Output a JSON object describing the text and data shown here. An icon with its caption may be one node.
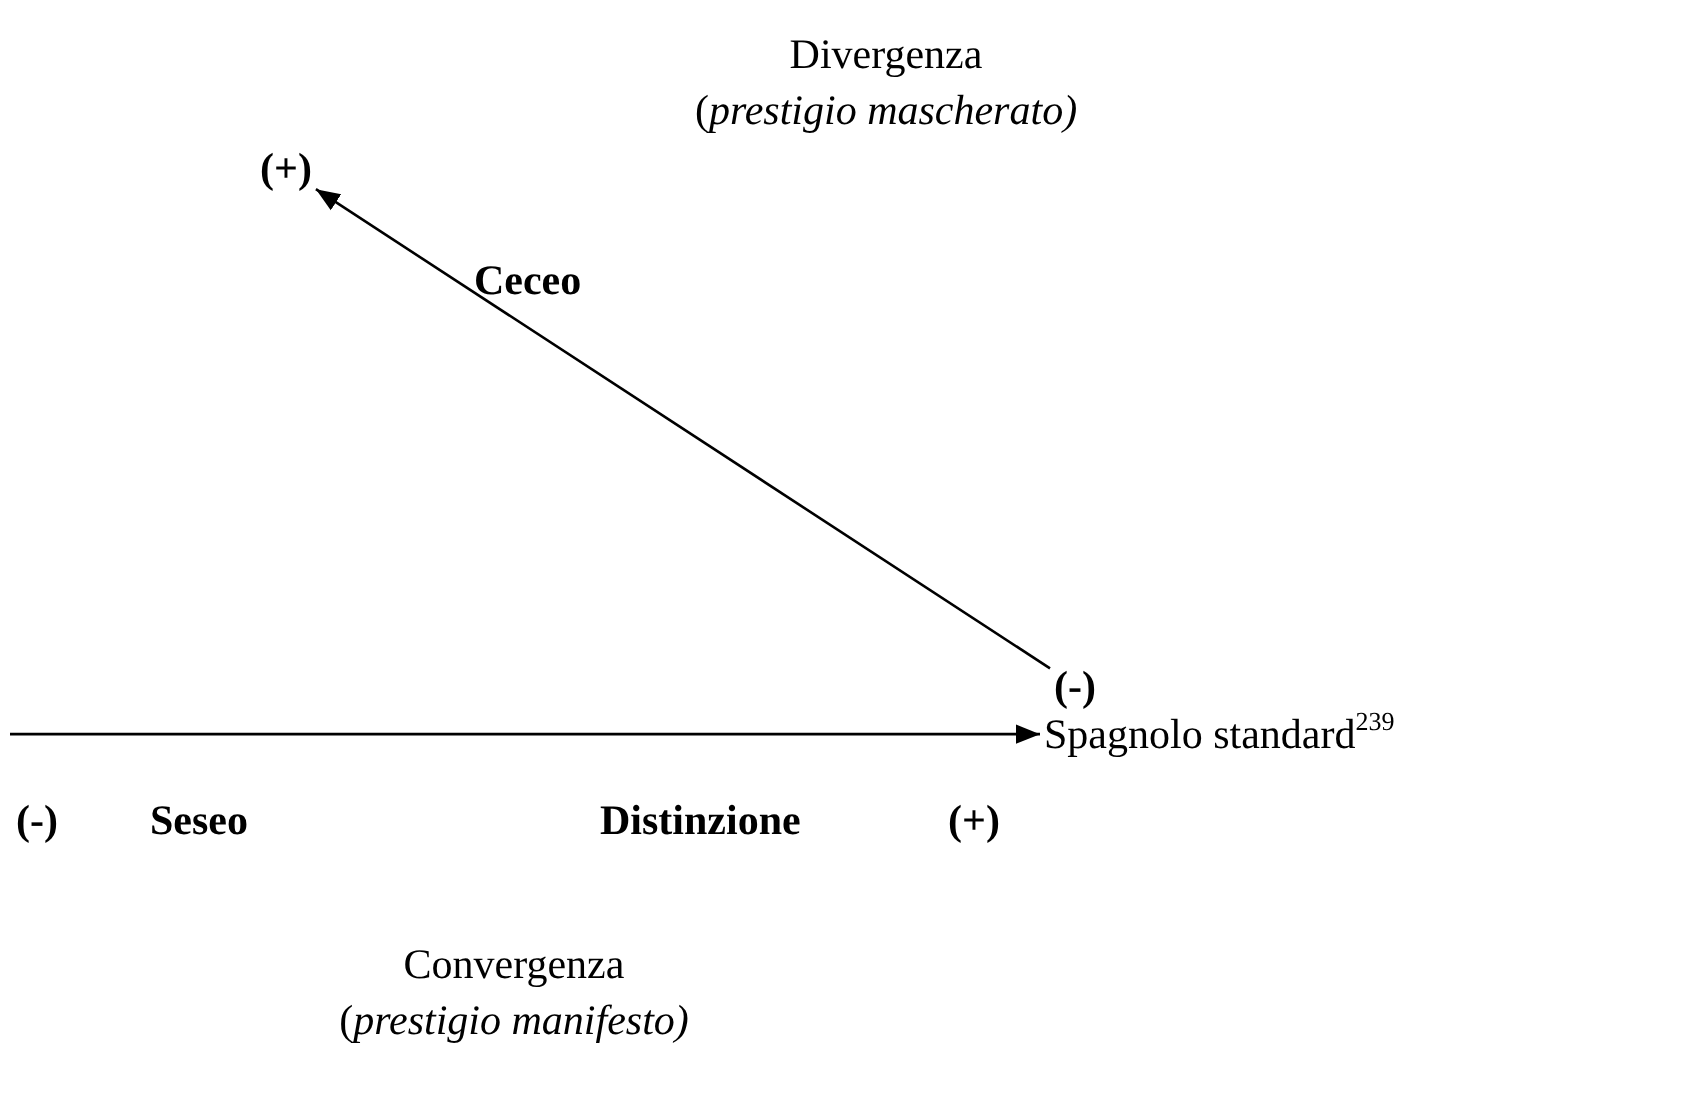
{
  "diagram": {
    "nodes": [
      {
        "text": [
          "(+)"
        ]
      },
      {
        "text": [
          "(-)"
        ]
      },
      {
        "text": [
          "Spagnolo standard$^{239}$"
        ]
      }
    ],
    "edges": [
      {
        "from": 1,
        "to": 0,
        "arrow": "to"
      },
      {
        "from": null,
        "to": 2,
        "arrow": "to"
      }
    ],
    "labels": [
      "Divergenza",
      "(*prestigio mascherato)*",
      "Ceceo",
      "(-)",
      "Seseo",
      "Distinzione",
      "(+)",
      "Convergenza",
      "(*prestigio manifesto)*"
    ]
  }
}
